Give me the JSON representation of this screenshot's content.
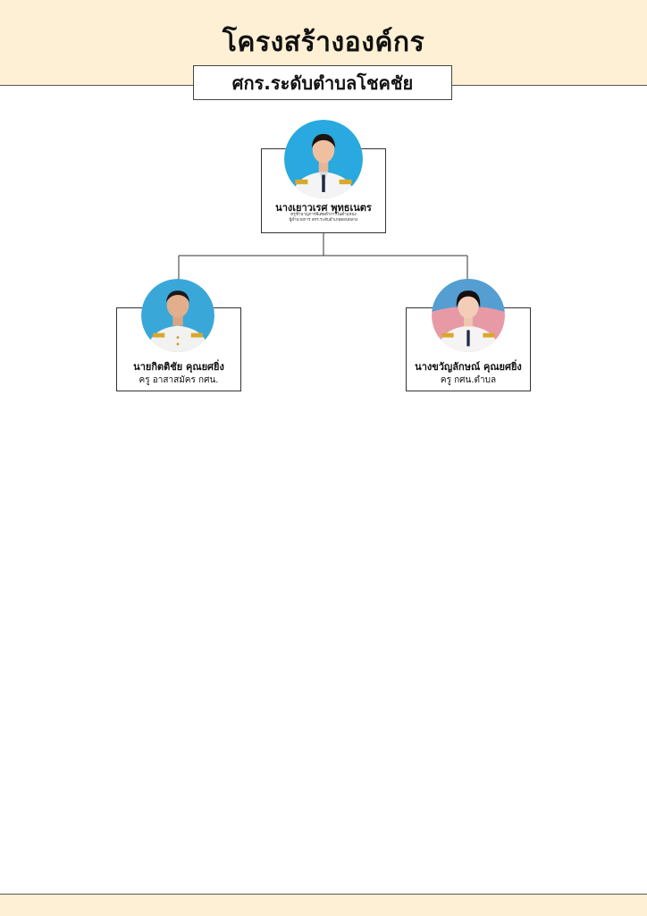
{
  "header": {
    "title": "โครงสร้างองค์กร",
    "subtitle": "ศกร.ระดับตำบลโชคชัย"
  },
  "colors": {
    "band": "#fdf0d4",
    "photo_bg_blue": "#29a9df",
    "photo_bg_pink": "#e79aa6"
  },
  "org": {
    "head": {
      "name": "นางเยาวเรศ พุทธเนตร",
      "role_line1": "ครูชำนาญการพิเศษทำการในตำแหน่ง",
      "role_line2": "ผู้อำนวยการ สกร.ระดับอำเภอดอนหลวง"
    },
    "left": {
      "name": "นายกิตติชัย คุณยศยิ่ง",
      "role": "ครู อาสาสมัคร กศน."
    },
    "right": {
      "name": "นางขวัญลักษณ์  คุณยศยิ่ง",
      "role": "ครู กศน.ตำบล"
    }
  }
}
